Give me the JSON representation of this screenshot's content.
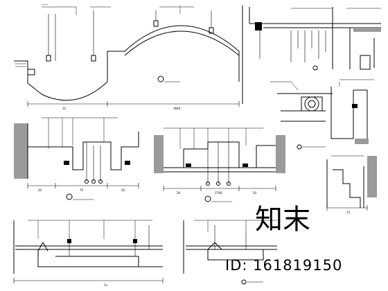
{
  "drawing": {
    "sections": [
      {
        "id": "top-left",
        "dims": [
          "12",
          "3840"
        ]
      },
      {
        "id": "top-right",
        "dims": []
      },
      {
        "id": "mid-left",
        "dims": [
          "20",
          "70",
          "50"
        ]
      },
      {
        "id": "mid-center",
        "dims": [
          "30",
          "1790",
          "50"
        ]
      },
      {
        "id": "mid-right",
        "dims": [
          "15"
        ]
      },
      {
        "id": "bottom-left",
        "dims": [
          "1x"
        ]
      },
      {
        "id": "bottom-center",
        "dims": []
      }
    ]
  },
  "watermark": {
    "logo_text": "知末",
    "id_text": "ID: 161819150"
  }
}
